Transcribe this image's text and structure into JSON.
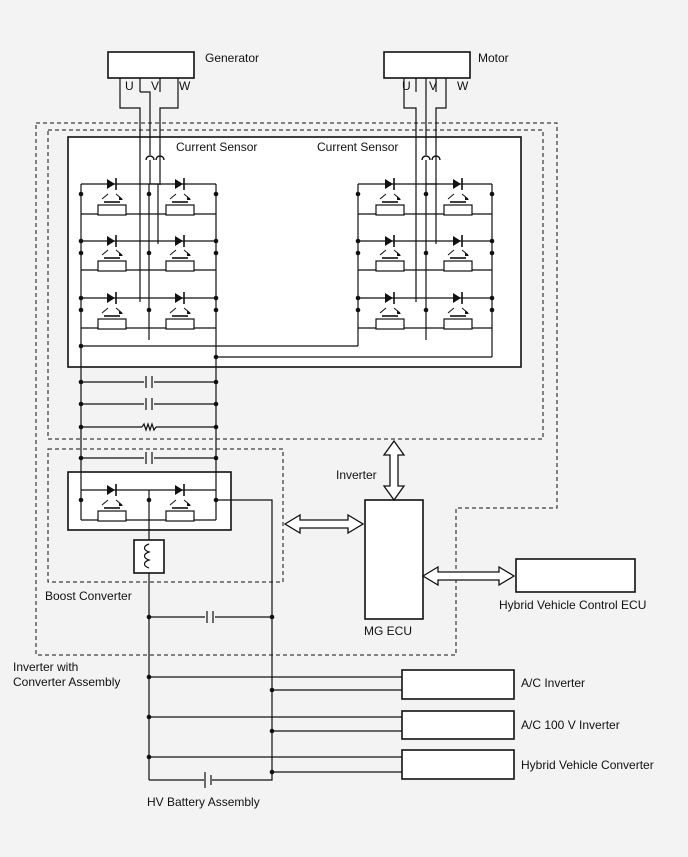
{
  "components": {
    "generator": "Generator",
    "motor": "Motor",
    "phase_u": "U",
    "phase_v": "V",
    "phase_w": "W",
    "current_sensor": "Current Sensor",
    "inverter": "Inverter",
    "boost_converter": "Boost Converter",
    "inverter_assembly_line1": "Inverter with",
    "inverter_assembly_line2": "Converter Assembly",
    "mg_ecu": "MG ECU",
    "hv_control_ecu": "Hybrid Vehicle Control ECU",
    "ac_inverter": "A/C Inverter",
    "ac_100v_inverter": "A/C 100 V Inverter",
    "hv_converter": "Hybrid Vehicle Converter",
    "hv_battery": "HV Battery Assembly"
  }
}
